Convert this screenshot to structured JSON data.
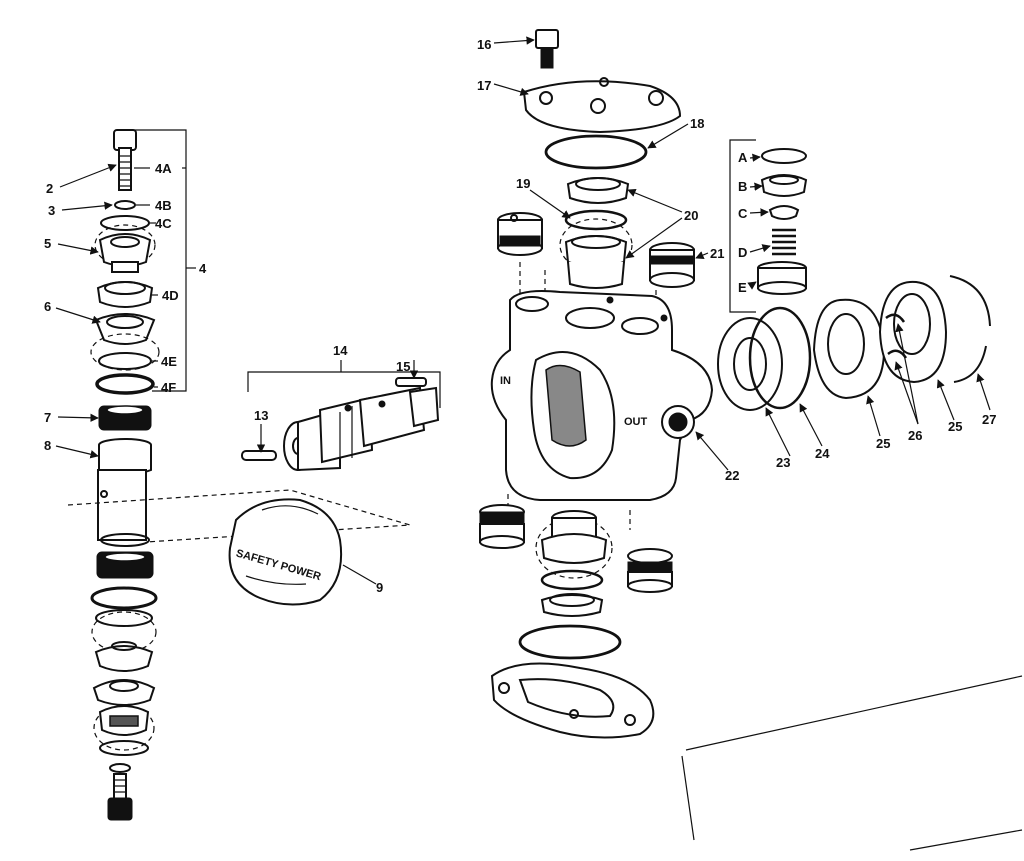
{
  "labels": {
    "l2": "2",
    "l3": "3",
    "l4": "4",
    "l4a": "4A",
    "l4b": "4B",
    "l4c": "4C",
    "l4d": "4D",
    "l4e": "4E",
    "l4f": "4F",
    "l5": "5",
    "l6": "6",
    "l7": "7",
    "l8": "8",
    "l9": "9",
    "l13": "13",
    "l14": "14",
    "l15": "15",
    "l16": "16",
    "l17": "17",
    "l18": "18",
    "l19": "19",
    "l20": "20",
    "l21": "21",
    "l22": "22",
    "l23": "23",
    "l24": "24",
    "l25a": "25",
    "l25b": "25",
    "l26": "26",
    "l27": "27",
    "lA": "A",
    "lB": "B",
    "lC": "C",
    "lD": "D",
    "lE": "E"
  },
  "castings": {
    "in": "IN",
    "out": "OUT",
    "cover": "SAFETY POWER"
  }
}
